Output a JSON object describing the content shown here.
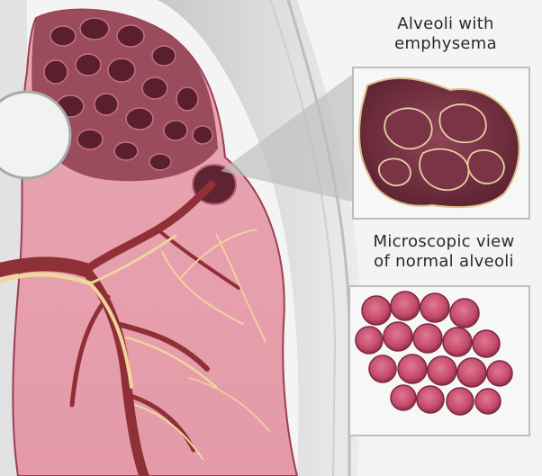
{
  "labels": {
    "emphysema": {
      "line1": "Alveoli with",
      "line2": "emphysema"
    },
    "normal": {
      "line1": "Microscopic view",
      "line2": "of normal alveoli"
    }
  },
  "colors": {
    "background": "#f4f4f4",
    "lung_tissue": "#e8a1ad",
    "lung_tissue_light": "#f1bcc4",
    "upper_lobe": "#9a4b5c",
    "damaged_alveoli": "#6f2c3d",
    "normal_alveoli": "#c44a6a",
    "vessel": "#8f2f36",
    "bronchiole": "#f3d9a8",
    "chest_wall": "#d7d7d7"
  }
}
